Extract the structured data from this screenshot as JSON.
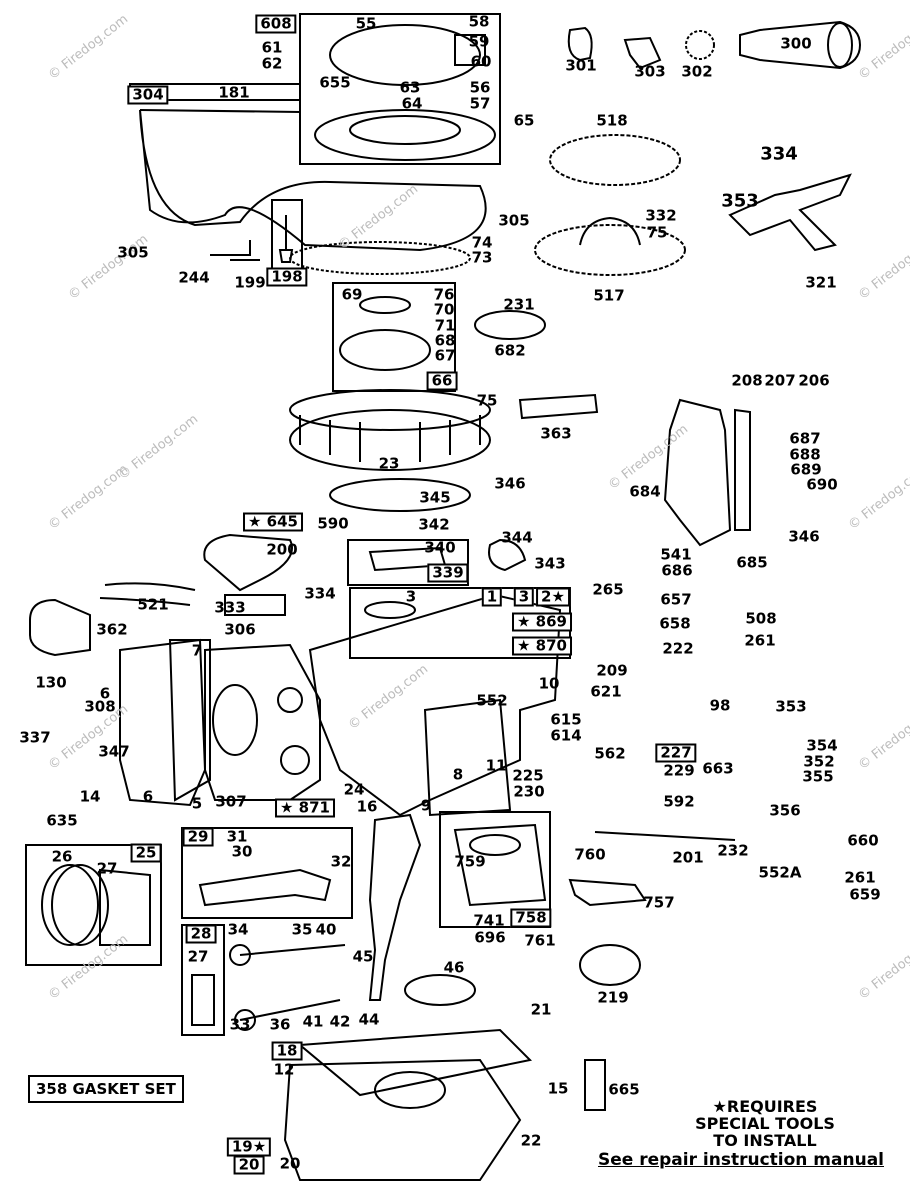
{
  "title": "",
  "notes": {
    "requires_line1": "★REQUIRES",
    "requires_line2": "SPECIAL TOOLS",
    "requires_line3": "TO INSTALL",
    "manual": "See repair instruction manual",
    "gasket_set": "358 GASKET SET"
  },
  "watermark": "© Firedog.com",
  "parts": [
    {
      "id": "p608",
      "text": "608",
      "boxed": true
    },
    {
      "id": "p55",
      "text": "55"
    },
    {
      "id": "p58",
      "text": "58"
    },
    {
      "id": "p59",
      "text": "59"
    },
    {
      "id": "p60",
      "text": "60"
    },
    {
      "id": "p61",
      "text": "61"
    },
    {
      "id": "p62",
      "text": "62"
    },
    {
      "id": "p655",
      "text": "655"
    },
    {
      "id": "p304",
      "text": "304",
      "boxed": true
    },
    {
      "id": "p181",
      "text": "181"
    },
    {
      "id": "p63",
      "text": "63"
    },
    {
      "id": "p64",
      "text": "64"
    },
    {
      "id": "p56",
      "text": "56"
    },
    {
      "id": "p57",
      "text": "57"
    },
    {
      "id": "p65",
      "text": "65"
    },
    {
      "id": "p301",
      "text": "301"
    },
    {
      "id": "p303",
      "text": "303"
    },
    {
      "id": "p302",
      "text": "302"
    },
    {
      "id": "p300",
      "text": "300"
    },
    {
      "id": "p518",
      "text": "518"
    },
    {
      "id": "p334a",
      "text": "334",
      "big": true
    },
    {
      "id": "p353a",
      "text": "353",
      "big": true
    },
    {
      "id": "p321",
      "text": "321"
    },
    {
      "id": "p332",
      "text": "332"
    },
    {
      "id": "p75a",
      "text": "75"
    },
    {
      "id": "p517",
      "text": "517"
    },
    {
      "id": "p305a",
      "text": "305"
    },
    {
      "id": "p305b",
      "text": "305"
    },
    {
      "id": "p244",
      "text": "244"
    },
    {
      "id": "p199",
      "text": "199"
    },
    {
      "id": "p198",
      "text": "198",
      "boxed": true
    },
    {
      "id": "p74",
      "text": "74"
    },
    {
      "id": "p73",
      "text": "73"
    },
    {
      "id": "p69",
      "text": "69"
    },
    {
      "id": "p76",
      "text": "76"
    },
    {
      "id": "p70",
      "text": "70"
    },
    {
      "id": "p71",
      "text": "71"
    },
    {
      "id": "p68",
      "text": "68"
    },
    {
      "id": "p67",
      "text": "67"
    },
    {
      "id": "p66",
      "text": "66",
      "boxed": true
    },
    {
      "id": "p231",
      "text": "231"
    },
    {
      "id": "p682",
      "text": "682"
    },
    {
      "id": "p75b",
      "text": "75"
    },
    {
      "id": "p363",
      "text": "363"
    },
    {
      "id": "p208",
      "text": "208"
    },
    {
      "id": "p207",
      "text": "207"
    },
    {
      "id": "p206",
      "text": "206"
    },
    {
      "id": "p23",
      "text": "23"
    },
    {
      "id": "p687",
      "text": "687"
    },
    {
      "id": "p688",
      "text": "688"
    },
    {
      "id": "p689",
      "text": "689"
    },
    {
      "id": "p690",
      "text": "690"
    },
    {
      "id": "p346a",
      "text": "346"
    },
    {
      "id": "p345",
      "text": "345"
    },
    {
      "id": "p684",
      "text": "684"
    },
    {
      "id": "p645",
      "text": "★ 645",
      "boxed": true
    },
    {
      "id": "p590",
      "text": "590"
    },
    {
      "id": "p342",
      "text": "342"
    },
    {
      "id": "p344",
      "text": "344"
    },
    {
      "id": "p200",
      "text": "200"
    },
    {
      "id": "p340",
      "text": "340"
    },
    {
      "id": "p339",
      "text": "339",
      "boxed": true
    },
    {
      "id": "p343",
      "text": "343"
    },
    {
      "id": "p346b",
      "text": "346"
    },
    {
      "id": "p541",
      "text": "541"
    },
    {
      "id": "p685",
      "text": "685"
    },
    {
      "id": "p686",
      "text": "686"
    },
    {
      "id": "p521",
      "text": "521"
    },
    {
      "id": "p333",
      "text": "333"
    },
    {
      "id": "p334b",
      "text": "334"
    },
    {
      "id": "p3a",
      "text": "3"
    },
    {
      "id": "p1",
      "text": "1",
      "boxed": true
    },
    {
      "id": "p3b",
      "text": "3",
      "boxed": true
    },
    {
      "id": "p2",
      "text": "2★",
      "boxed": true
    },
    {
      "id": "p265",
      "text": "265"
    },
    {
      "id": "p657",
      "text": "657"
    },
    {
      "id": "p508",
      "text": "508"
    },
    {
      "id": "p362",
      "text": "362"
    },
    {
      "id": "p306",
      "text": "306"
    },
    {
      "id": "p869",
      "text": "★ 869",
      "boxed": true
    },
    {
      "id": "p870",
      "text": "★ 870",
      "boxed": true
    },
    {
      "id": "p658",
      "text": "658"
    },
    {
      "id": "p261a",
      "text": "261"
    },
    {
      "id": "p7",
      "text": "7"
    },
    {
      "id": "p222",
      "text": "222"
    },
    {
      "id": "p209",
      "text": "209"
    },
    {
      "id": "p130",
      "text": "130"
    },
    {
      "id": "p6a",
      "text": "6"
    },
    {
      "id": "p10",
      "text": "10"
    },
    {
      "id": "p621",
      "text": "621"
    },
    {
      "id": "p308",
      "text": "308"
    },
    {
      "id": "p552",
      "text": "552"
    },
    {
      "id": "p98",
      "text": "98"
    },
    {
      "id": "p353b",
      "text": "353"
    },
    {
      "id": "p337",
      "text": "337"
    },
    {
      "id": "p347",
      "text": "347"
    },
    {
      "id": "p615",
      "text": "615"
    },
    {
      "id": "p614",
      "text": "614"
    },
    {
      "id": "p354",
      "text": "354"
    },
    {
      "id": "p562",
      "text": "562"
    },
    {
      "id": "p227",
      "text": "227",
      "boxed": true
    },
    {
      "id": "p229",
      "text": "229"
    },
    {
      "id": "p352",
      "text": "352"
    },
    {
      "id": "p663",
      "text": "663"
    },
    {
      "id": "p355",
      "text": "355"
    },
    {
      "id": "p225",
      "text": "225"
    },
    {
      "id": "p230",
      "text": "230"
    },
    {
      "id": "p8",
      "text": "8"
    },
    {
      "id": "p11",
      "text": "11"
    },
    {
      "id": "p14",
      "text": "14"
    },
    {
      "id": "p6b",
      "text": "6"
    },
    {
      "id": "p5",
      "text": "5"
    },
    {
      "id": "p307",
      "text": "307"
    },
    {
      "id": "p24",
      "text": "24"
    },
    {
      "id": "p871",
      "text": "★ 871",
      "boxed": true
    },
    {
      "id": "p16",
      "text": "16"
    },
    {
      "id": "p9",
      "text": "9"
    },
    {
      "id": "p592",
      "text": "592"
    },
    {
      "id": "p356",
      "text": "356"
    },
    {
      "id": "p635",
      "text": "635"
    },
    {
      "id": "p29",
      "text": "29",
      "boxed": true
    },
    {
      "id": "p31",
      "text": "31"
    },
    {
      "id": "p30",
      "text": "30"
    },
    {
      "id": "p32",
      "text": "32"
    },
    {
      "id": "p26",
      "text": "26"
    },
    {
      "id": "p27a",
      "text": "27"
    },
    {
      "id": "p25",
      "text": "25",
      "boxed": true
    },
    {
      "id": "p760",
      "text": "760"
    },
    {
      "id": "p201",
      "text": "201"
    },
    {
      "id": "p232",
      "text": "232"
    },
    {
      "id": "p660",
      "text": "660"
    },
    {
      "id": "p759",
      "text": "759"
    },
    {
      "id": "p552A",
      "text": "552A"
    },
    {
      "id": "p261b",
      "text": "261"
    },
    {
      "id": "p659",
      "text": "659"
    },
    {
      "id": "p757",
      "text": "757"
    },
    {
      "id": "p741",
      "text": "741"
    },
    {
      "id": "p758",
      "text": "758",
      "boxed": true
    },
    {
      "id": "p696",
      "text": "696"
    },
    {
      "id": "p761",
      "text": "761"
    },
    {
      "id": "p28",
      "text": "28",
      "boxed": true
    },
    {
      "id": "p34",
      "text": "34"
    },
    {
      "id": "p35",
      "text": "35"
    },
    {
      "id": "p40",
      "text": "40"
    },
    {
      "id": "p45",
      "text": "45"
    },
    {
      "id": "p27b",
      "text": "27"
    },
    {
      "id": "p46",
      "text": "46"
    },
    {
      "id": "p219",
      "text": "219"
    },
    {
      "id": "p21",
      "text": "21"
    },
    {
      "id": "p33",
      "text": "33"
    },
    {
      "id": "p36",
      "text": "36"
    },
    {
      "id": "p41",
      "text": "41"
    },
    {
      "id": "p42",
      "text": "42"
    },
    {
      "id": "p44",
      "text": "44"
    },
    {
      "id": "p18",
      "text": "18",
      "boxed": true
    },
    {
      "id": "p12",
      "text": "12"
    },
    {
      "id": "p15",
      "text": "15"
    },
    {
      "id": "p665",
      "text": "665"
    },
    {
      "id": "p19",
      "text": "19★",
      "boxed": true
    },
    {
      "id": "p20a",
      "text": "20",
      "boxed": true
    },
    {
      "id": "p20b",
      "text": "20"
    },
    {
      "id": "p22",
      "text": "22"
    }
  ]
}
